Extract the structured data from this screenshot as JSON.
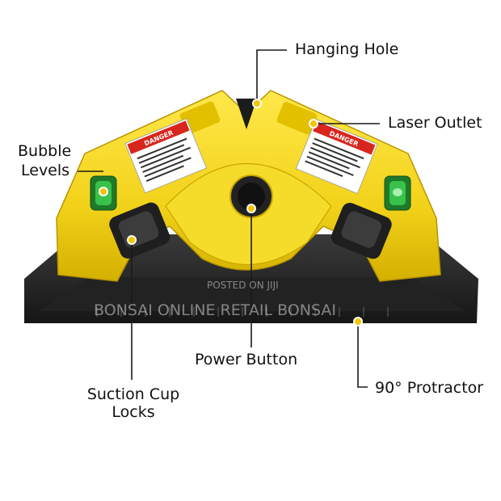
{
  "labels": {
    "hanging_hole": "Hanging Hole",
    "laser_outlet": "Laser Outlet",
    "bubble_levels_line1": "Bubble",
    "bubble_levels_line2": "Levels",
    "power_button": "Power Button",
    "suction_cup_locks_line1": "Suction Cup",
    "suction_cup_locks_line2": "Locks",
    "protractor": "90° Protractor"
  },
  "stickers": {
    "left_warning": "DANGER",
    "right_warning": "DANGER"
  },
  "watermarks": {
    "posted": "POSTED ON JIJI",
    "bonsai": "BONSAI ONLINE RETAIL BONSAI"
  },
  "colors": {
    "body_yellow": "#f2d21a",
    "protractor_black": "#2b2b2b",
    "callout_yellow": "#f5c400",
    "danger_red": "#d7261e",
    "bubble_green": "#2fae3f"
  },
  "icons": {
    "callout_dot": "filled-circle-dot"
  }
}
